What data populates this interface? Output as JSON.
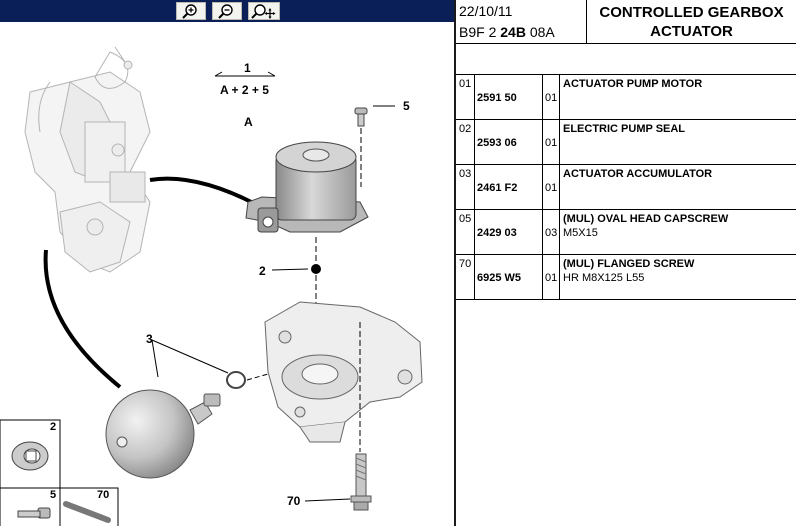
{
  "toolbar": {
    "zoom_in_icon": "magnifier-plus-icon",
    "zoom_out_icon": "magnifier-minus-icon",
    "pan_icon": "magnifier-move-icon",
    "bg_color": "#0a1f58"
  },
  "header": {
    "date": "22/10/11",
    "code_prefix": "B9F 2 ",
    "code_bold": "24B",
    "code_suffix": " 08A",
    "title_line1": "CONTROLLED GEARBOX",
    "title_line2": "ACTUATOR"
  },
  "diagram": {
    "group_number": "1",
    "group_formula": "A + 2 + 5",
    "labels": [
      "A",
      "2",
      "3",
      "5",
      "70"
    ],
    "inset_labels": [
      "2",
      "5",
      "70"
    ]
  },
  "parts": [
    {
      "index": "01",
      "ref": "2591 50",
      "qty": "01",
      "name": "ACTUATOR PUMP MOTOR",
      "spec": ""
    },
    {
      "index": "02",
      "ref": "2593 06",
      "qty": "01",
      "name": "ELECTRIC PUMP SEAL",
      "spec": ""
    },
    {
      "index": "03",
      "ref": "2461 F2",
      "qty": "01",
      "name": "ACTUATOR ACCUMULATOR",
      "spec": ""
    },
    {
      "index": "05",
      "ref": "2429 03",
      "qty": "03",
      "name": "(MUL) OVAL HEAD CAPSCREW",
      "spec": "M5X15"
    },
    {
      "index": "70",
      "ref": "6925 W5",
      "qty": "01",
      "name": "(MUL) FLANGED SCREW",
      "spec": "HR M8X125 L55"
    }
  ]
}
